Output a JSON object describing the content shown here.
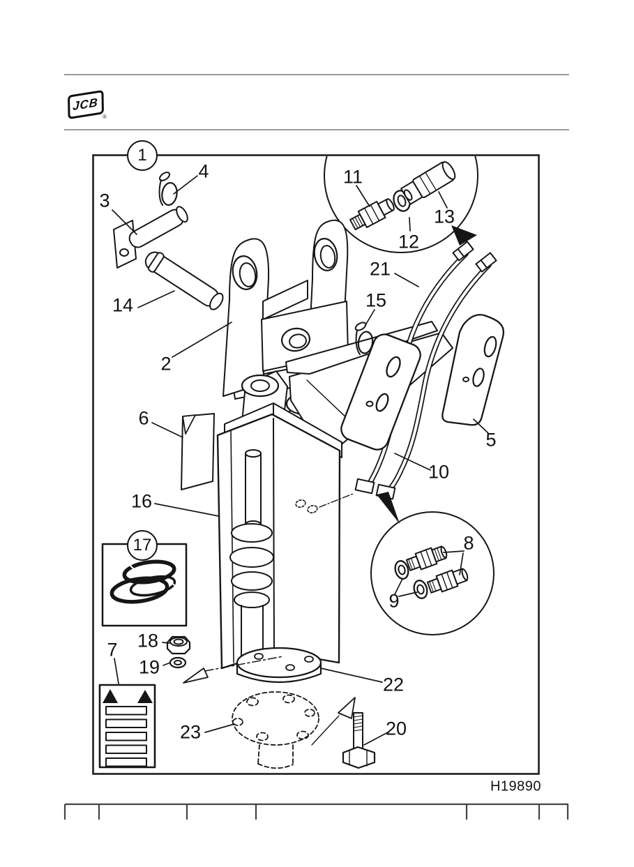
{
  "branding": {
    "logo_text": "JCB",
    "registered": "®"
  },
  "figure": {
    "code": "H19890",
    "description": "hydraulic-breaker-mounting-exploded-diagram",
    "callouts": {
      "p1": "1",
      "p2": "2",
      "p3": "3",
      "p4": "4",
      "p5": "5",
      "p6": "6",
      "p7": "7",
      "p8": "8",
      "p9": "9",
      "p10": "10",
      "p11": "11",
      "p12": "12",
      "p13": "13",
      "p14": "14",
      "p15": "15",
      "p16": "16",
      "p17": "17",
      "p18": "18",
      "p19": "19",
      "p20": "20",
      "p21": "21",
      "p22": "22",
      "p23": "23"
    }
  }
}
